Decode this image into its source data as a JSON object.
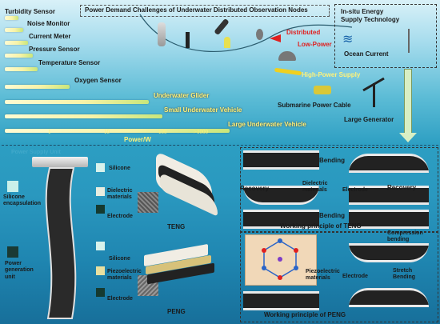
{
  "title": "Power Demand Challenges of Underwater Distributed Observation Nodes",
  "devices": [
    {
      "label": "Turbidity Sensor",
      "bar_fraction": 0.06
    },
    {
      "label": "Noise Monitor",
      "bar_fraction": 0.08
    },
    {
      "label": "Current Meter",
      "bar_fraction": 0.1
    },
    {
      "label": "Pressure Sensor",
      "bar_fraction": 0.12
    },
    {
      "label": "Temperature Sensor",
      "bar_fraction": 0.14
    },
    {
      "label": "Oxygen Sensor",
      "bar_fraction": 0.28
    },
    {
      "label": "Underwater Glider",
      "bar_fraction": 0.62
    },
    {
      "label": "Small Underwater Vehicle",
      "bar_fraction": 0.68
    },
    {
      "label": "Large Underwater Vehicle",
      "bar_fraction": 0.97
    }
  ],
  "power_axis": {
    "ticks": [
      "1",
      "10",
      "100",
      ">1000"
    ],
    "label": "Power/W"
  },
  "annotations": {
    "distributed": "Distributed",
    "low_power": "Low-Power",
    "high_power": "High-Power Supply",
    "cable": "Submarine Power Cable",
    "generator": "Large Generator"
  },
  "energy_box": {
    "title": "In-situ Energy Supply Technology",
    "ocean_current": "Ocean Current"
  },
  "bottom_left": {
    "watermark": "Power Supply Unit",
    "silicone_encapsulation": "Silicone encapsulation",
    "power_generation_unit": "Power generation unit"
  },
  "teng": {
    "silicone": "Silicone",
    "dielectric": "Dielectric materials",
    "electrode": "Electrode",
    "name": "TENG"
  },
  "peng": {
    "silicone": "Silicone",
    "piezoelectric": "Piezoelectric materials",
    "electrode": "Electrode",
    "name": "PENG"
  },
  "teng_principle": {
    "bending_top": "Bending",
    "recovery_left": "Recovery",
    "dielectric": "Dielectric materials",
    "electrode": "Electrode",
    "recovery_right": "Recovery",
    "bending_bottom": "Bending",
    "caption": "Working principle of TENG"
  },
  "peng_principle": {
    "compression": "Compression bending",
    "stretch": "Stretch Bending",
    "piezoelectric": "Piezoelectric materials",
    "electrode": "Electrode",
    "caption": "Working principle of PENG"
  },
  "colors": {
    "accent_red": "#e02020",
    "text_yellow": "#fff27a",
    "bar_yellow": "#f7f3a8"
  }
}
